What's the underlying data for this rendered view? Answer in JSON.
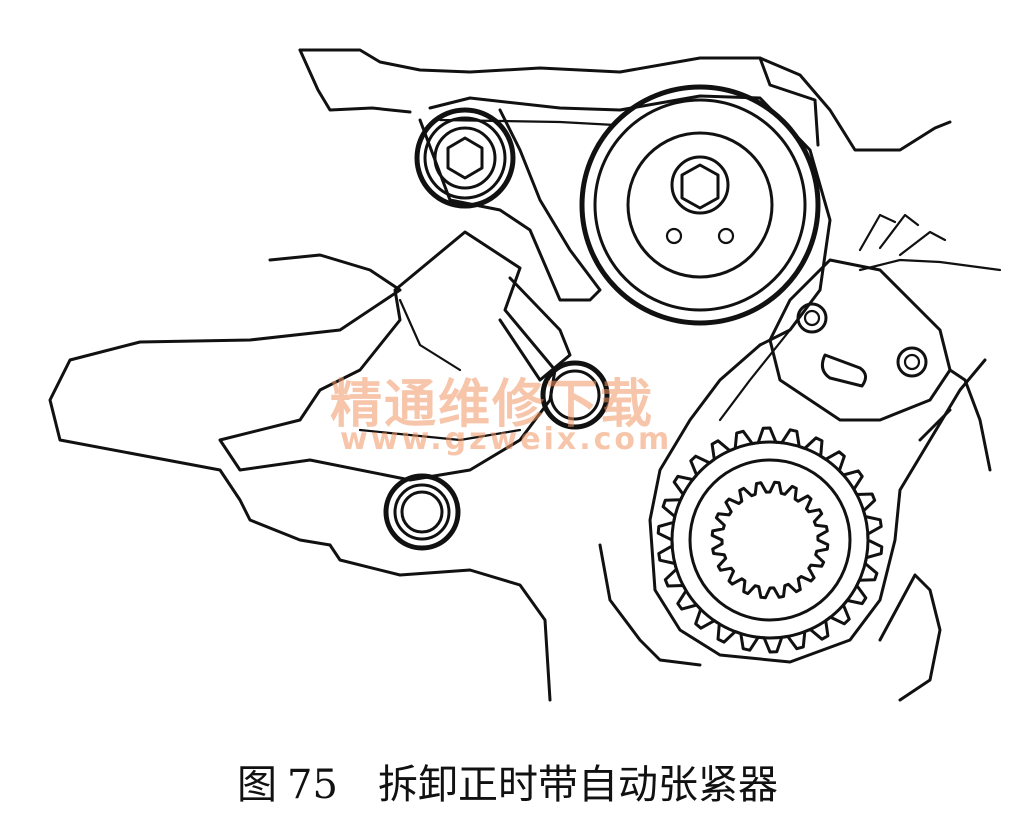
{
  "caption": {
    "figure_prefix": "图",
    "figure_number": "75",
    "title": "拆卸正时带自动张紧器"
  },
  "watermark": {
    "text_cn": "精通维修下载",
    "url": "www.gzweix.com",
    "color": "#f0966466"
  }
}
